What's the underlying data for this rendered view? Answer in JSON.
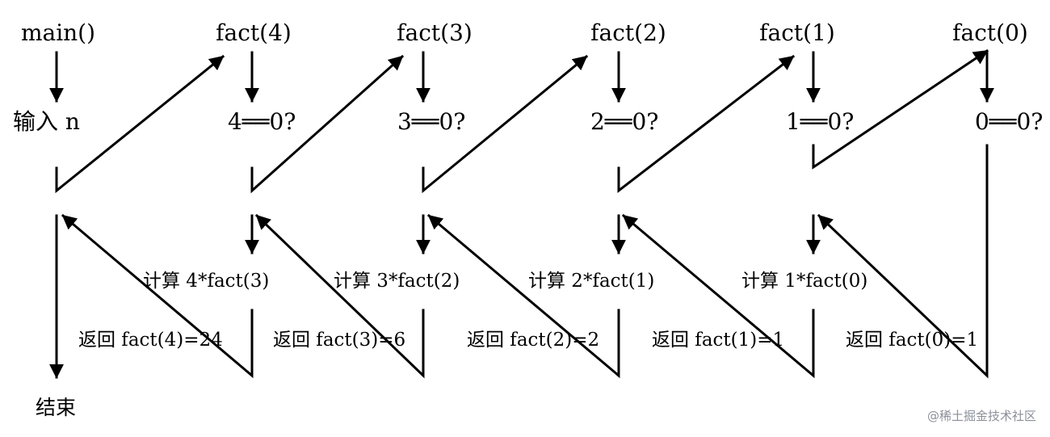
{
  "nodes": [
    "main()",
    "fact(4)",
    "fact(3)",
    "fact(2)",
    "fact(1)",
    "fact(0)"
  ],
  "input_label": "输入 n",
  "checks": [
    "4══0?",
    "3══0?",
    "2══0?",
    "1══0?",
    "0══0?"
  ],
  "computes": [
    "计算 4*fact(3)",
    "计算 3*fact(2)",
    "计算 2*fact(1)",
    "计算 1*fact(0)"
  ],
  "returns": [
    "返回 fact(4)=24",
    "返回 fact(3)=6",
    "返回 fact(2)=2",
    "返回 fact(1)=1",
    "返回 fact(0)=1"
  ],
  "end_label": "结束",
  "watermark": "@稀土掘金技术社区"
}
